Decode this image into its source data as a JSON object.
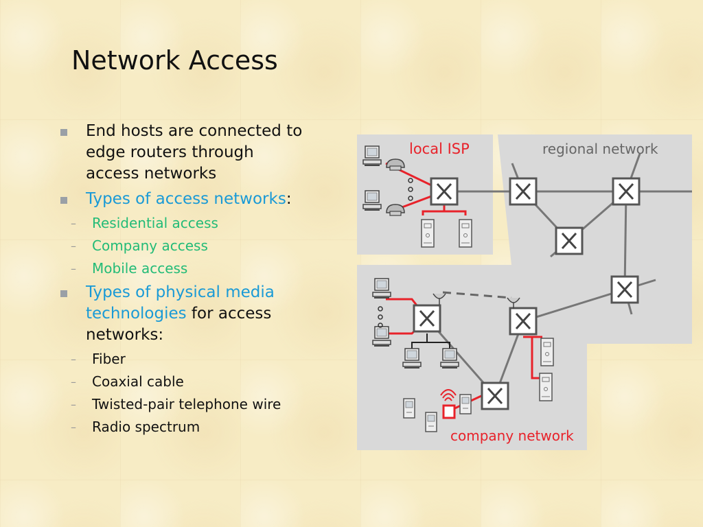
{
  "slide": {
    "title": "Network Access",
    "bullets": [
      {
        "text": "End hosts are connected to edge routers through access networks"
      },
      {
        "text_highlight": "Types of access networks",
        "text_rest": ":",
        "subitems": [
          "Residential access",
          "Company access",
          "Mobile access"
        ]
      },
      {
        "text_highlight": "Types of physical media technologies",
        "text_rest": " for access networks:",
        "subitems": [
          "Fiber",
          "Coaxial cable",
          "Twisted-pair telephone wire",
          "Radio spectrum"
        ]
      }
    ]
  },
  "diagram": {
    "labels": {
      "local_isp": "local ISP",
      "regional_network": "regional network",
      "company_network": "company network"
    },
    "colors": {
      "accent_red": "#e8222a",
      "link_gray": "#777777",
      "region_bg": "#d9d9d9",
      "highlight_blue": "#1a9ad6",
      "highlight_green": "#22bb77"
    }
  }
}
